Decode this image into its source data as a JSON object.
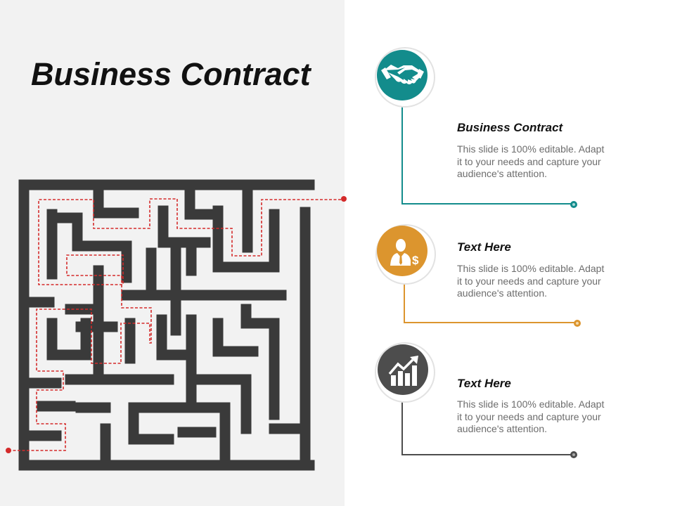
{
  "title": "Business Contract",
  "items": [
    {
      "title": "Business Contract",
      "desc": [
        "This slide is 100% editable. Adapt",
        "it to your needs and capture your",
        "audience's attention."
      ],
      "color": "#138c8c",
      "icon": "handshake-icon"
    },
    {
      "title": "Text Here",
      "desc": [
        "This slide is 100% editable. Adapt",
        "it to your needs and capture your",
        "audience's attention."
      ],
      "color": "#dc952e",
      "icon": "businessman-dollar-icon"
    },
    {
      "title": "Text Here",
      "desc": [
        "This slide is 100% editable. Adapt",
        "it to your needs and capture your",
        "audience's attention."
      ],
      "color": "#4d4d4d",
      "icon": "growth-chart-icon"
    }
  ],
  "colors": {
    "maze_wall": "#3a3a3a",
    "path": "#d42a2a",
    "panel": "#f2f2f2"
  }
}
